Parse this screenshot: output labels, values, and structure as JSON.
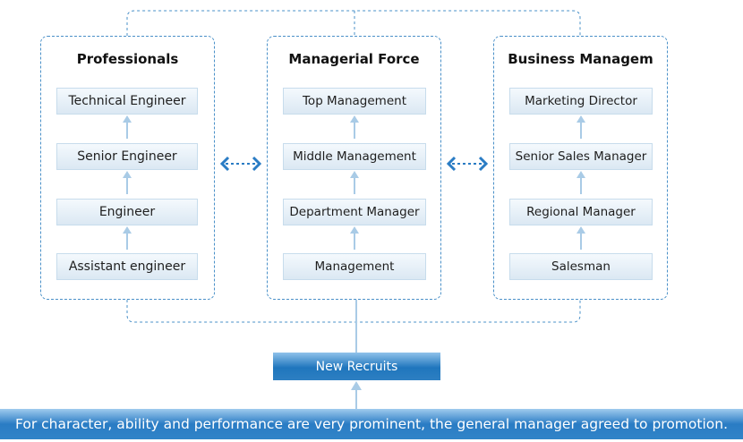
{
  "panels": [
    {
      "title": "Professionals",
      "roles": [
        "Technical Engineer",
        "Senior Engineer",
        "Engineer",
        "Assistant engineer"
      ]
    },
    {
      "title": "Managerial Force",
      "roles": [
        "Top Management",
        "Middle Management",
        "Department Manager",
        "Management"
      ]
    },
    {
      "title": "Business Managem",
      "roles": [
        "Marketing Director",
        "Senior Sales Manager",
        "Regional Manager",
        "Salesman"
      ]
    }
  ],
  "entry": "New Recruits",
  "footer": "For character, ability and performance are very prominent, the general manager agreed to promotion.",
  "colors": {
    "accent": "#2a7cc4",
    "connector": "#9cc4e4",
    "border": "#4a90c8"
  }
}
